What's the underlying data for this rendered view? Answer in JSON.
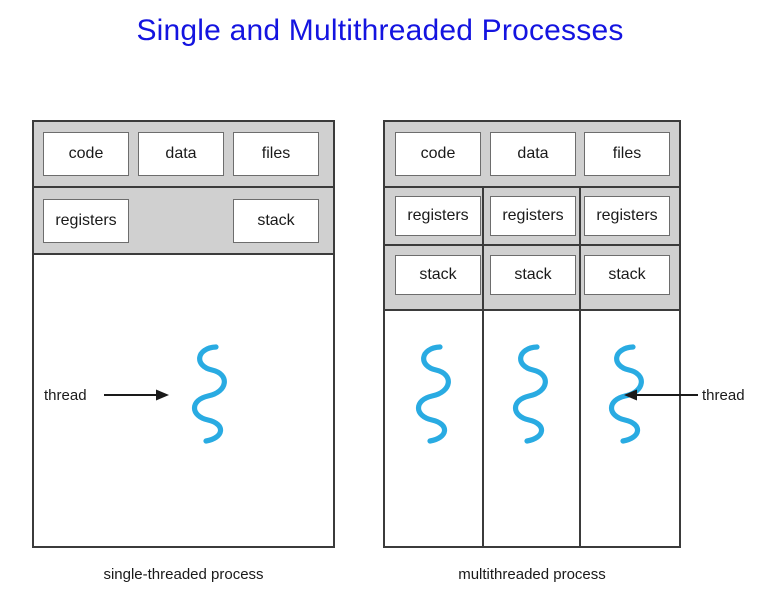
{
  "slide": {
    "title": "Single and Multithreaded Processes",
    "title_color": "#1414e0",
    "background_color": "#ffffff"
  },
  "colors": {
    "thread_squiggle": "#29ABE2",
    "band_gray": "#d0d0d0",
    "frame_border": "#3b3b3b",
    "cell_border": "#6d6d6d",
    "text": "#1a1a1a"
  },
  "single_process": {
    "caption": "single-threaded process",
    "shared_row": {
      "cells": [
        {
          "label": "code"
        },
        {
          "label": "data"
        },
        {
          "label": "files"
        }
      ]
    },
    "thread_row": {
      "cells": [
        {
          "label": "registers"
        },
        {
          "label": "stack"
        }
      ]
    },
    "threads": [
      {
        "name": "thread-squiggle-1"
      }
    ],
    "annotation": {
      "label": "thread",
      "arrow_direction": "right"
    }
  },
  "multi_process": {
    "caption": "multithreaded process",
    "shared_row": {
      "cells": [
        {
          "label": "code"
        },
        {
          "label": "data"
        },
        {
          "label": "files"
        }
      ]
    },
    "registers_row": {
      "cells": [
        {
          "label": "registers"
        },
        {
          "label": "registers"
        },
        {
          "label": "registers"
        }
      ]
    },
    "stack_row": {
      "cells": [
        {
          "label": "stack"
        },
        {
          "label": "stack"
        },
        {
          "label": "stack"
        }
      ]
    },
    "threads": [
      {
        "name": "thread-squiggle-1"
      },
      {
        "name": "thread-squiggle-2"
      },
      {
        "name": "thread-squiggle-3"
      }
    ],
    "annotation": {
      "label": "thread",
      "arrow_direction": "left"
    }
  }
}
